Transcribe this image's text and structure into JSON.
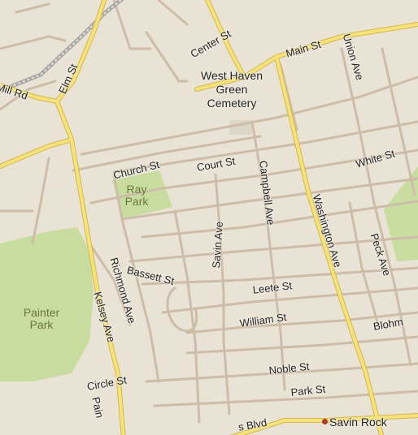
{
  "colors": {
    "background": "#e9e3d6",
    "park": "#c9dca0",
    "major_road": "#f6e27a",
    "major_road_edge": "#d4b84a",
    "minor_road": "#c9b9a3",
    "railway": "#a8a8a8",
    "poi_marker": "#b0392b"
  },
  "streets": {
    "center": "Center St",
    "main": "Main St",
    "union": "Union Ave",
    "elm": "Elm St",
    "mill": "Mill Rd",
    "church": "Church St",
    "court": "Court St",
    "campbell": "Campbell Ave",
    "washington": "Washington Ave",
    "white": "White St",
    "savin": "Savin Ave",
    "peck": "Peck Ave",
    "richmond": "Richmond Ave",
    "bassett": "Bassett St",
    "leete": "Leete St",
    "william": "William St",
    "blohm": "Blohm",
    "kelsey": "Kelsey Ave",
    "circle": "Circle St",
    "noble": "Noble St",
    "park_st": "Park St",
    "blvd": "s Blvd",
    "pain": "Pain"
  },
  "places": {
    "cemetery_line1": "West Haven",
    "cemetery_line2": "Green",
    "cemetery_line3": "Cemetery",
    "ray_park_line1": "Ray",
    "ray_park_line2": "Park",
    "painter_park_line1": "Painter",
    "painter_park_line2": "Park",
    "savin_rock": "Savin Rock"
  }
}
